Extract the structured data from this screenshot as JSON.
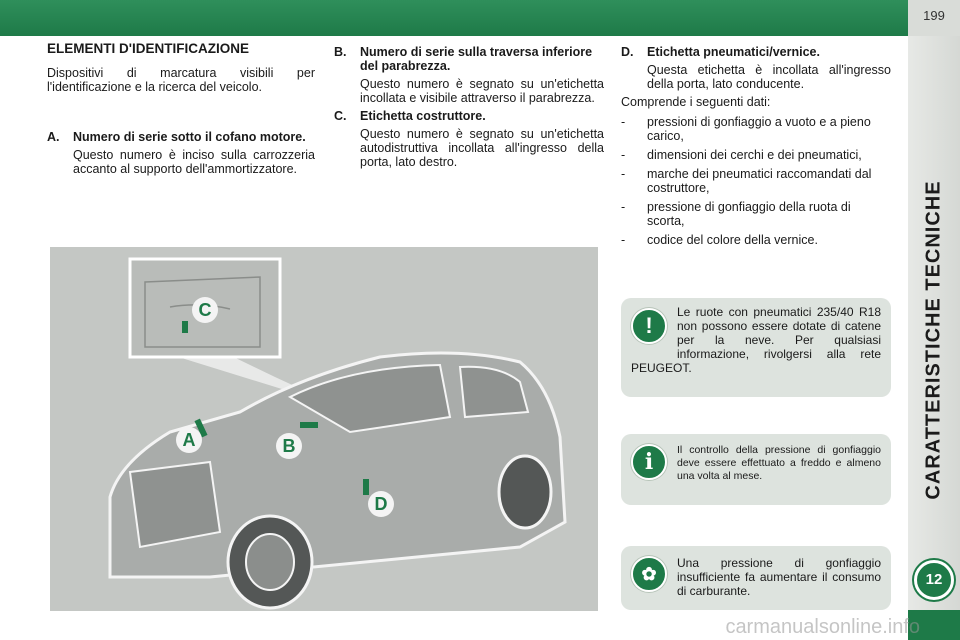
{
  "page": {
    "number": "199",
    "chapter_title": "CARATTERISTICHE TECNICHE",
    "chapter_number": "12"
  },
  "section": {
    "title": "ELEMENTI D'IDENTIFICAZIONE",
    "intro": "Dispositivi di marcatura visibili per l'identificazione e la ricerca del veicolo.",
    "items": [
      {
        "letter": "A.",
        "title": "Numero di serie sotto il cofano motore.",
        "text": "Questo numero è inciso sulla carrozzeria accanto al supporto dell'ammortizzatore."
      },
      {
        "letter": "B.",
        "title": "Numero di serie sulla traversa inferiore del parabrezza.",
        "text": "Questo numero è segnato su un'etichetta incollata e visibile attraverso il parabrezza."
      },
      {
        "letter": "C.",
        "title": "Etichetta costruttore.",
        "text": "Questo numero è segnato su un'etichetta autodistruttiva incollata all'ingresso della porta, lato destro."
      },
      {
        "letter": "D.",
        "title": "Etichetta pneumatici/vernice.",
        "text": "Questa etichetta è incollata all'ingresso della porta, lato conducente."
      }
    ],
    "data_intro": "Comprende i seguenti dati:",
    "data_list": [
      "pressioni di gonfiaggio a vuoto e a pieno carico,",
      "dimensioni dei cerchi e dei pneumatici,",
      "marche dei pneumatici raccomandati dal costruttore,",
      "pressione di gonfiaggio della ruota di scorta,",
      "codice del colore della vernice."
    ],
    "dash": "-"
  },
  "image": {
    "labels": [
      "A",
      "B",
      "C",
      "D"
    ]
  },
  "notes": [
    {
      "icon": "warning-icon",
      "symbol": "!",
      "text": "Le ruote con pneumatici 235/40 R18 non possono essere dotate di catene per la neve. Per qualsiasi informazione, rivolgersi alla rete PEUGEOT."
    },
    {
      "icon": "info-icon",
      "symbol": "i",
      "text": "Il controllo della pressione di gonfiaggio deve essere effettuato a freddo e almeno una volta al mese."
    },
    {
      "icon": "eco-icon",
      "symbol": "✿",
      "text": "Una pressione di gonfiaggio insufficiente fa aumentare il consumo di carburante."
    }
  ],
  "watermark": "carmanualsonline.info",
  "colors": {
    "brand_green": "#1e7a48",
    "note_bg": "#dde3de"
  }
}
